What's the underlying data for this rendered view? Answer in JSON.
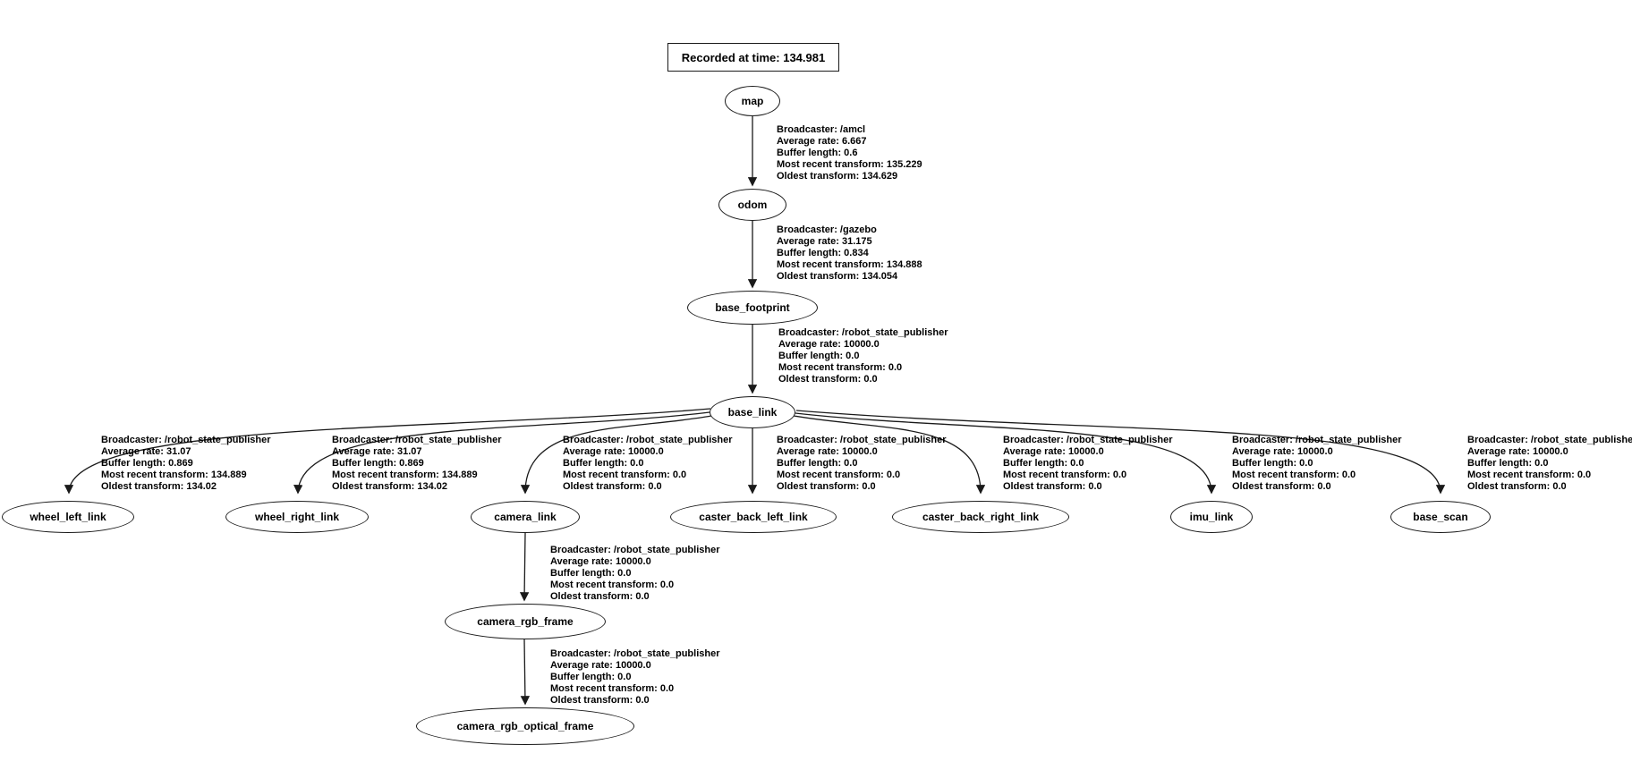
{
  "diagram": {
    "type": "ros-tf-frames-tree",
    "title": "Recorded at time: 134.981"
  },
  "nodes": [
    {
      "id": "map",
      "label": "map"
    },
    {
      "id": "odom",
      "label": "odom"
    },
    {
      "id": "base_footprint",
      "label": "base_footprint"
    },
    {
      "id": "base_link",
      "label": "base_link"
    },
    {
      "id": "wheel_left_link",
      "label": "wheel_left_link"
    },
    {
      "id": "wheel_right_link",
      "label": "wheel_right_link"
    },
    {
      "id": "camera_link",
      "label": "camera_link"
    },
    {
      "id": "caster_back_left_link",
      "label": "caster_back_left_link"
    },
    {
      "id": "caster_back_right_link",
      "label": "caster_back_right_link"
    },
    {
      "id": "imu_link",
      "label": "imu_link"
    },
    {
      "id": "base_scan",
      "label": "base_scan"
    },
    {
      "id": "camera_rgb_frame",
      "label": "camera_rgb_frame"
    },
    {
      "id": "camera_rgb_optical_frame",
      "label": "camera_rgb_optical_frame"
    }
  ],
  "edges": [
    {
      "from": "map",
      "to": "odom",
      "lines": [
        "Broadcaster: /amcl",
        "Average rate: 6.667",
        "Buffer length: 0.6",
        "Most recent transform: 135.229",
        "Oldest transform: 134.629"
      ]
    },
    {
      "from": "odom",
      "to": "base_footprint",
      "lines": [
        "Broadcaster: /gazebo",
        "Average rate: 31.175",
        "Buffer length: 0.834",
        "Most recent transform: 134.888",
        "Oldest transform: 134.054"
      ]
    },
    {
      "from": "base_footprint",
      "to": "base_link",
      "lines": [
        "Broadcaster: /robot_state_publisher",
        "Average rate: 10000.0",
        "Buffer length: 0.0",
        "Most recent transform: 0.0",
        "Oldest transform: 0.0"
      ]
    },
    {
      "from": "base_link",
      "to": "wheel_left_link",
      "lines": [
        "Broadcaster: /robot_state_publisher",
        "Average rate: 31.07",
        "Buffer length: 0.869",
        "Most recent transform: 134.889",
        "Oldest transform: 134.02"
      ]
    },
    {
      "from": "base_link",
      "to": "wheel_right_link",
      "lines": [
        "Broadcaster: /robot_state_publisher",
        "Average rate: 31.07",
        "Buffer length: 0.869",
        "Most recent transform: 134.889",
        "Oldest transform: 134.02"
      ]
    },
    {
      "from": "base_link",
      "to": "camera_link",
      "lines": [
        "Broadcaster: /robot_state_publisher",
        "Average rate: 10000.0",
        "Buffer length: 0.0",
        "Most recent transform: 0.0",
        "Oldest transform: 0.0"
      ]
    },
    {
      "from": "base_link",
      "to": "caster_back_left_link",
      "lines": [
        "Broadcaster: /robot_state_publisher",
        "Average rate: 10000.0",
        "Buffer length: 0.0",
        "Most recent transform: 0.0",
        "Oldest transform: 0.0"
      ]
    },
    {
      "from": "base_link",
      "to": "caster_back_right_link",
      "lines": [
        "Broadcaster: /robot_state_publisher",
        "Average rate: 10000.0",
        "Buffer length: 0.0",
        "Most recent transform: 0.0",
        "Oldest transform: 0.0"
      ]
    },
    {
      "from": "base_link",
      "to": "imu_link",
      "lines": [
        "Broadcaster: /robot_state_publisher",
        "Average rate: 10000.0",
        "Buffer length: 0.0",
        "Most recent transform: 0.0",
        "Oldest transform: 0.0"
      ]
    },
    {
      "from": "base_link",
      "to": "base_scan",
      "lines": [
        "Broadcaster: /robot_state_publisher",
        "Average rate: 10000.0",
        "Buffer length: 0.0",
        "Most recent transform: 0.0",
        "Oldest transform: 0.0"
      ]
    },
    {
      "from": "camera_link",
      "to": "camera_rgb_frame",
      "lines": [
        "Broadcaster: /robot_state_publisher",
        "Average rate: 10000.0",
        "Buffer length: 0.0",
        "Most recent transform: 0.0",
        "Oldest transform: 0.0"
      ]
    },
    {
      "from": "camera_rgb_frame",
      "to": "camera_rgb_optical_frame",
      "lines": [
        "Broadcaster: /robot_state_publisher",
        "Average rate: 10000.0",
        "Buffer length: 0.0",
        "Most recent transform: 0.0",
        "Oldest transform: 0.0"
      ]
    }
  ]
}
